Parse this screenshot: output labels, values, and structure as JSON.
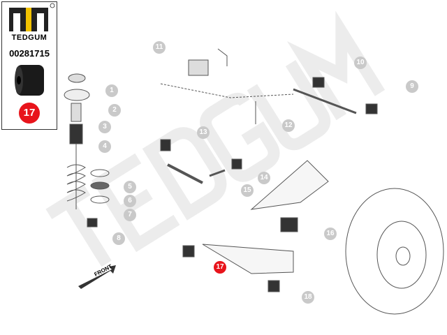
{
  "brand": {
    "name": "TEDGUM",
    "registered": "®"
  },
  "part_number": "00281715",
  "selected_callout": "17",
  "watermark": "TEDGUM",
  "front_label": "FRONT",
  "callouts": [
    "1",
    "2",
    "3",
    "4",
    "5",
    "6",
    "7",
    "8",
    "9",
    "10",
    "11",
    "12",
    "13",
    "14",
    "15",
    "16",
    "17",
    "18"
  ],
  "colors": {
    "highlight": "#e8141b",
    "callout": "#c9c9c9",
    "logo_yellow": "#f2c200"
  }
}
